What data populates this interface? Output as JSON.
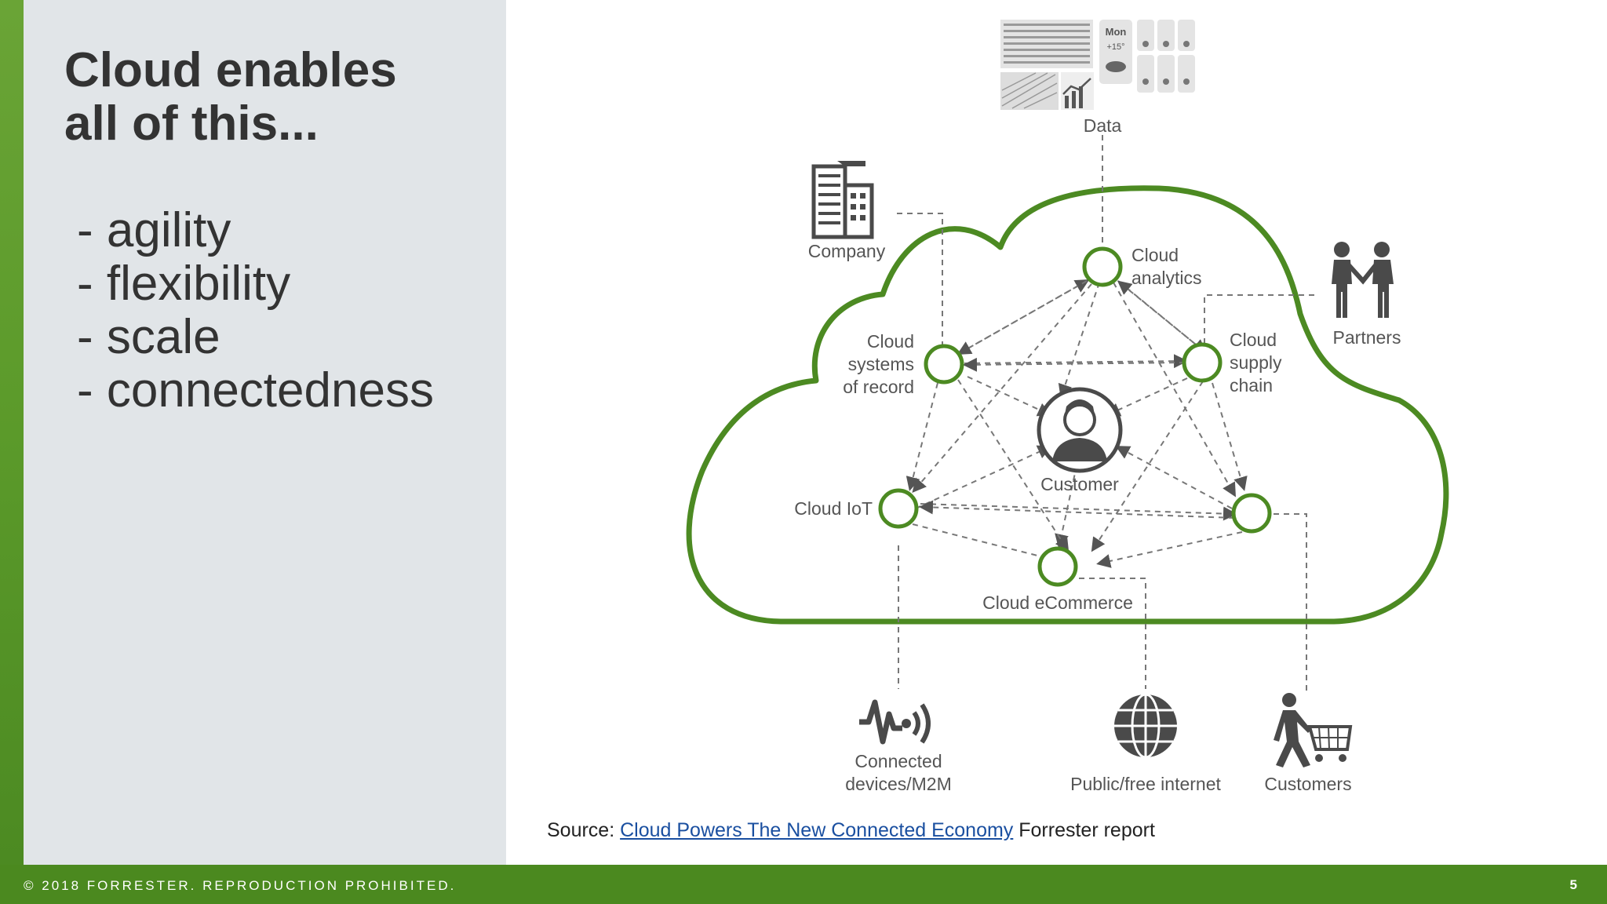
{
  "slide": {
    "heading_line1": "Cloud enables",
    "heading_line2": "all of this...",
    "bullets": [
      "- agility",
      "- flexibility",
      "- scale",
      "- connectedness"
    ]
  },
  "diagram": {
    "data_label": "Data",
    "company_label": "Company",
    "partners_label": "Partners",
    "customer_label": "Customer",
    "cloud_analytics": [
      "Cloud",
      "analytics"
    ],
    "cloud_systems_of_record": [
      "Cloud",
      "systems",
      "of record"
    ],
    "cloud_supply_chain": [
      "Cloud",
      "supply",
      "chain"
    ],
    "cloud_iot": "Cloud IoT",
    "cloud_ecommerce": "Cloud eCommerce",
    "connected_devices": [
      "Connected",
      "devices/M2M"
    ],
    "public_internet": "Public/free internet",
    "customers_label": "Customers",
    "weather_day": "Mon",
    "weather_temp": "+15°",
    "colors": {
      "cloud_outline": "#4c8a22",
      "icons": "#4a4a4a",
      "connectors": "#777777"
    }
  },
  "source": {
    "prefix": "Source: ",
    "link_text": "Cloud Powers The New Connected Economy",
    "suffix": " Forrester report"
  },
  "footer": {
    "copyright": "© 2018 FORRESTER. REPRODUCTION PROHIBITED.",
    "page_number": "5"
  }
}
